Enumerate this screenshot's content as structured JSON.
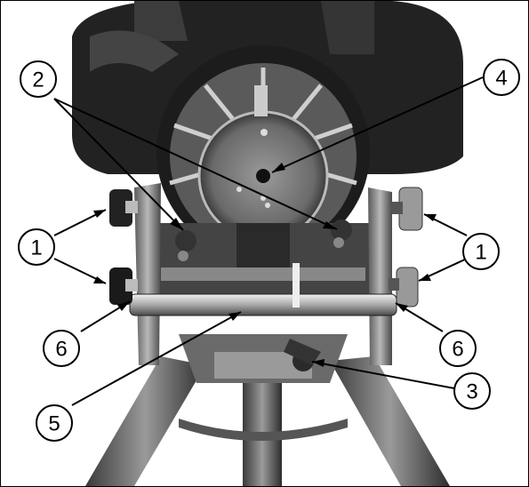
{
  "callouts": [
    {
      "id": "c2",
      "label": "2"
    },
    {
      "id": "c4",
      "label": "4"
    },
    {
      "id": "c1l",
      "label": "1"
    },
    {
      "id": "c1r",
      "label": "1"
    },
    {
      "id": "c6l",
      "label": "6"
    },
    {
      "id": "c6r",
      "label": "6"
    },
    {
      "id": "c3",
      "label": "3"
    },
    {
      "id": "c5",
      "label": "5"
    }
  ],
  "colors": {
    "ink": "#000000",
    "mount_dark": "#2a2a2a",
    "metal": "#8c8c8c",
    "highlight": "#d8d8d8"
  }
}
